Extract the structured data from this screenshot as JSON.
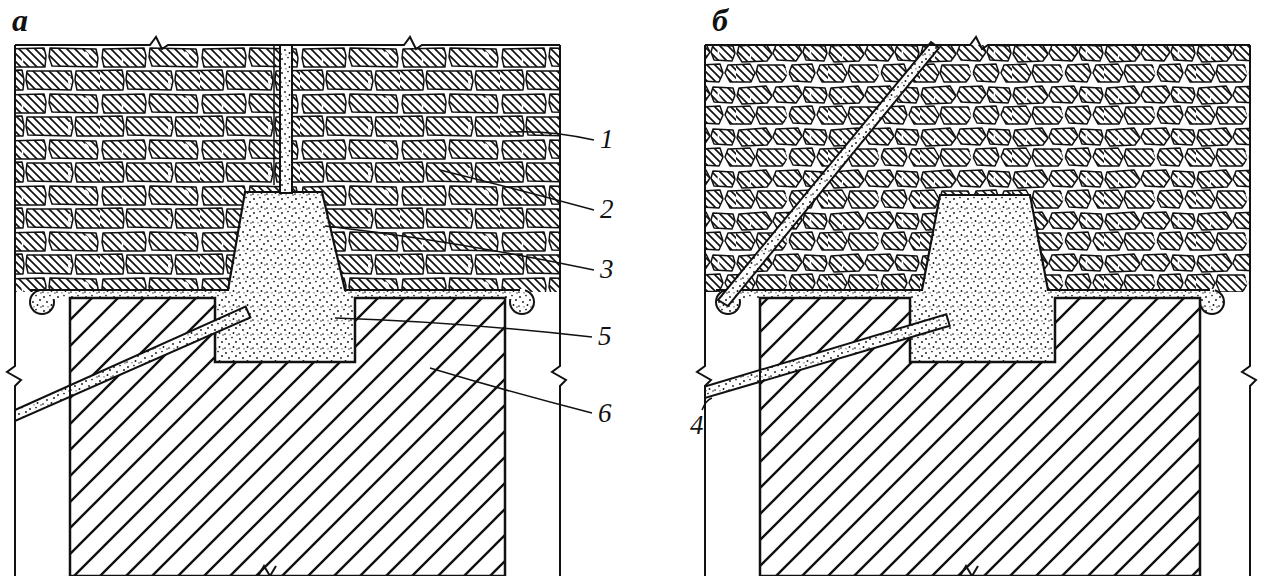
{
  "diagram": {
    "labels": [
      "а",
      "1",
      "2",
      "3",
      "5",
      "6",
      "б",
      "4"
    ]
  }
}
